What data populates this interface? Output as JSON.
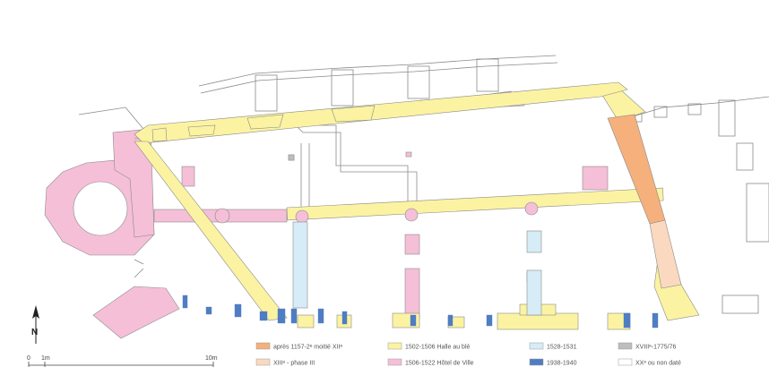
{
  "colors": {
    "orange": "#f5b07c",
    "peach": "#fbd9c1",
    "yellow": "#fbf3a2",
    "pink": "#f5bfd7",
    "lightblue": "#d6ecf7",
    "blue": "#4f7dc3",
    "gray": "#bdbdbd",
    "white": "#ffffff",
    "outline": "#8a8a8a"
  },
  "legend": [
    {
      "label": "après 1157-2ᵉ moitié XIIᵉ",
      "swatch": "orange"
    },
    {
      "label": "1502-1506 Halle au blé",
      "swatch": "yellow"
    },
    {
      "label": "1528-1531",
      "swatch": "lightblue"
    },
    {
      "label": "XVIIIᵉ-1775/76",
      "swatch": "gray"
    },
    {
      "label": "XIIIᵉ - phase III",
      "swatch": "peach"
    },
    {
      "label": "1506-1522 Hôtel de Ville",
      "swatch": "pink"
    },
    {
      "label": "1938-1940",
      "swatch": "blue"
    },
    {
      "label": "XXᵉ ou non daté",
      "swatch": "white"
    }
  ],
  "scale": {
    "zero": "0",
    "one": "1m",
    "ten": "10m"
  },
  "north": "N"
}
